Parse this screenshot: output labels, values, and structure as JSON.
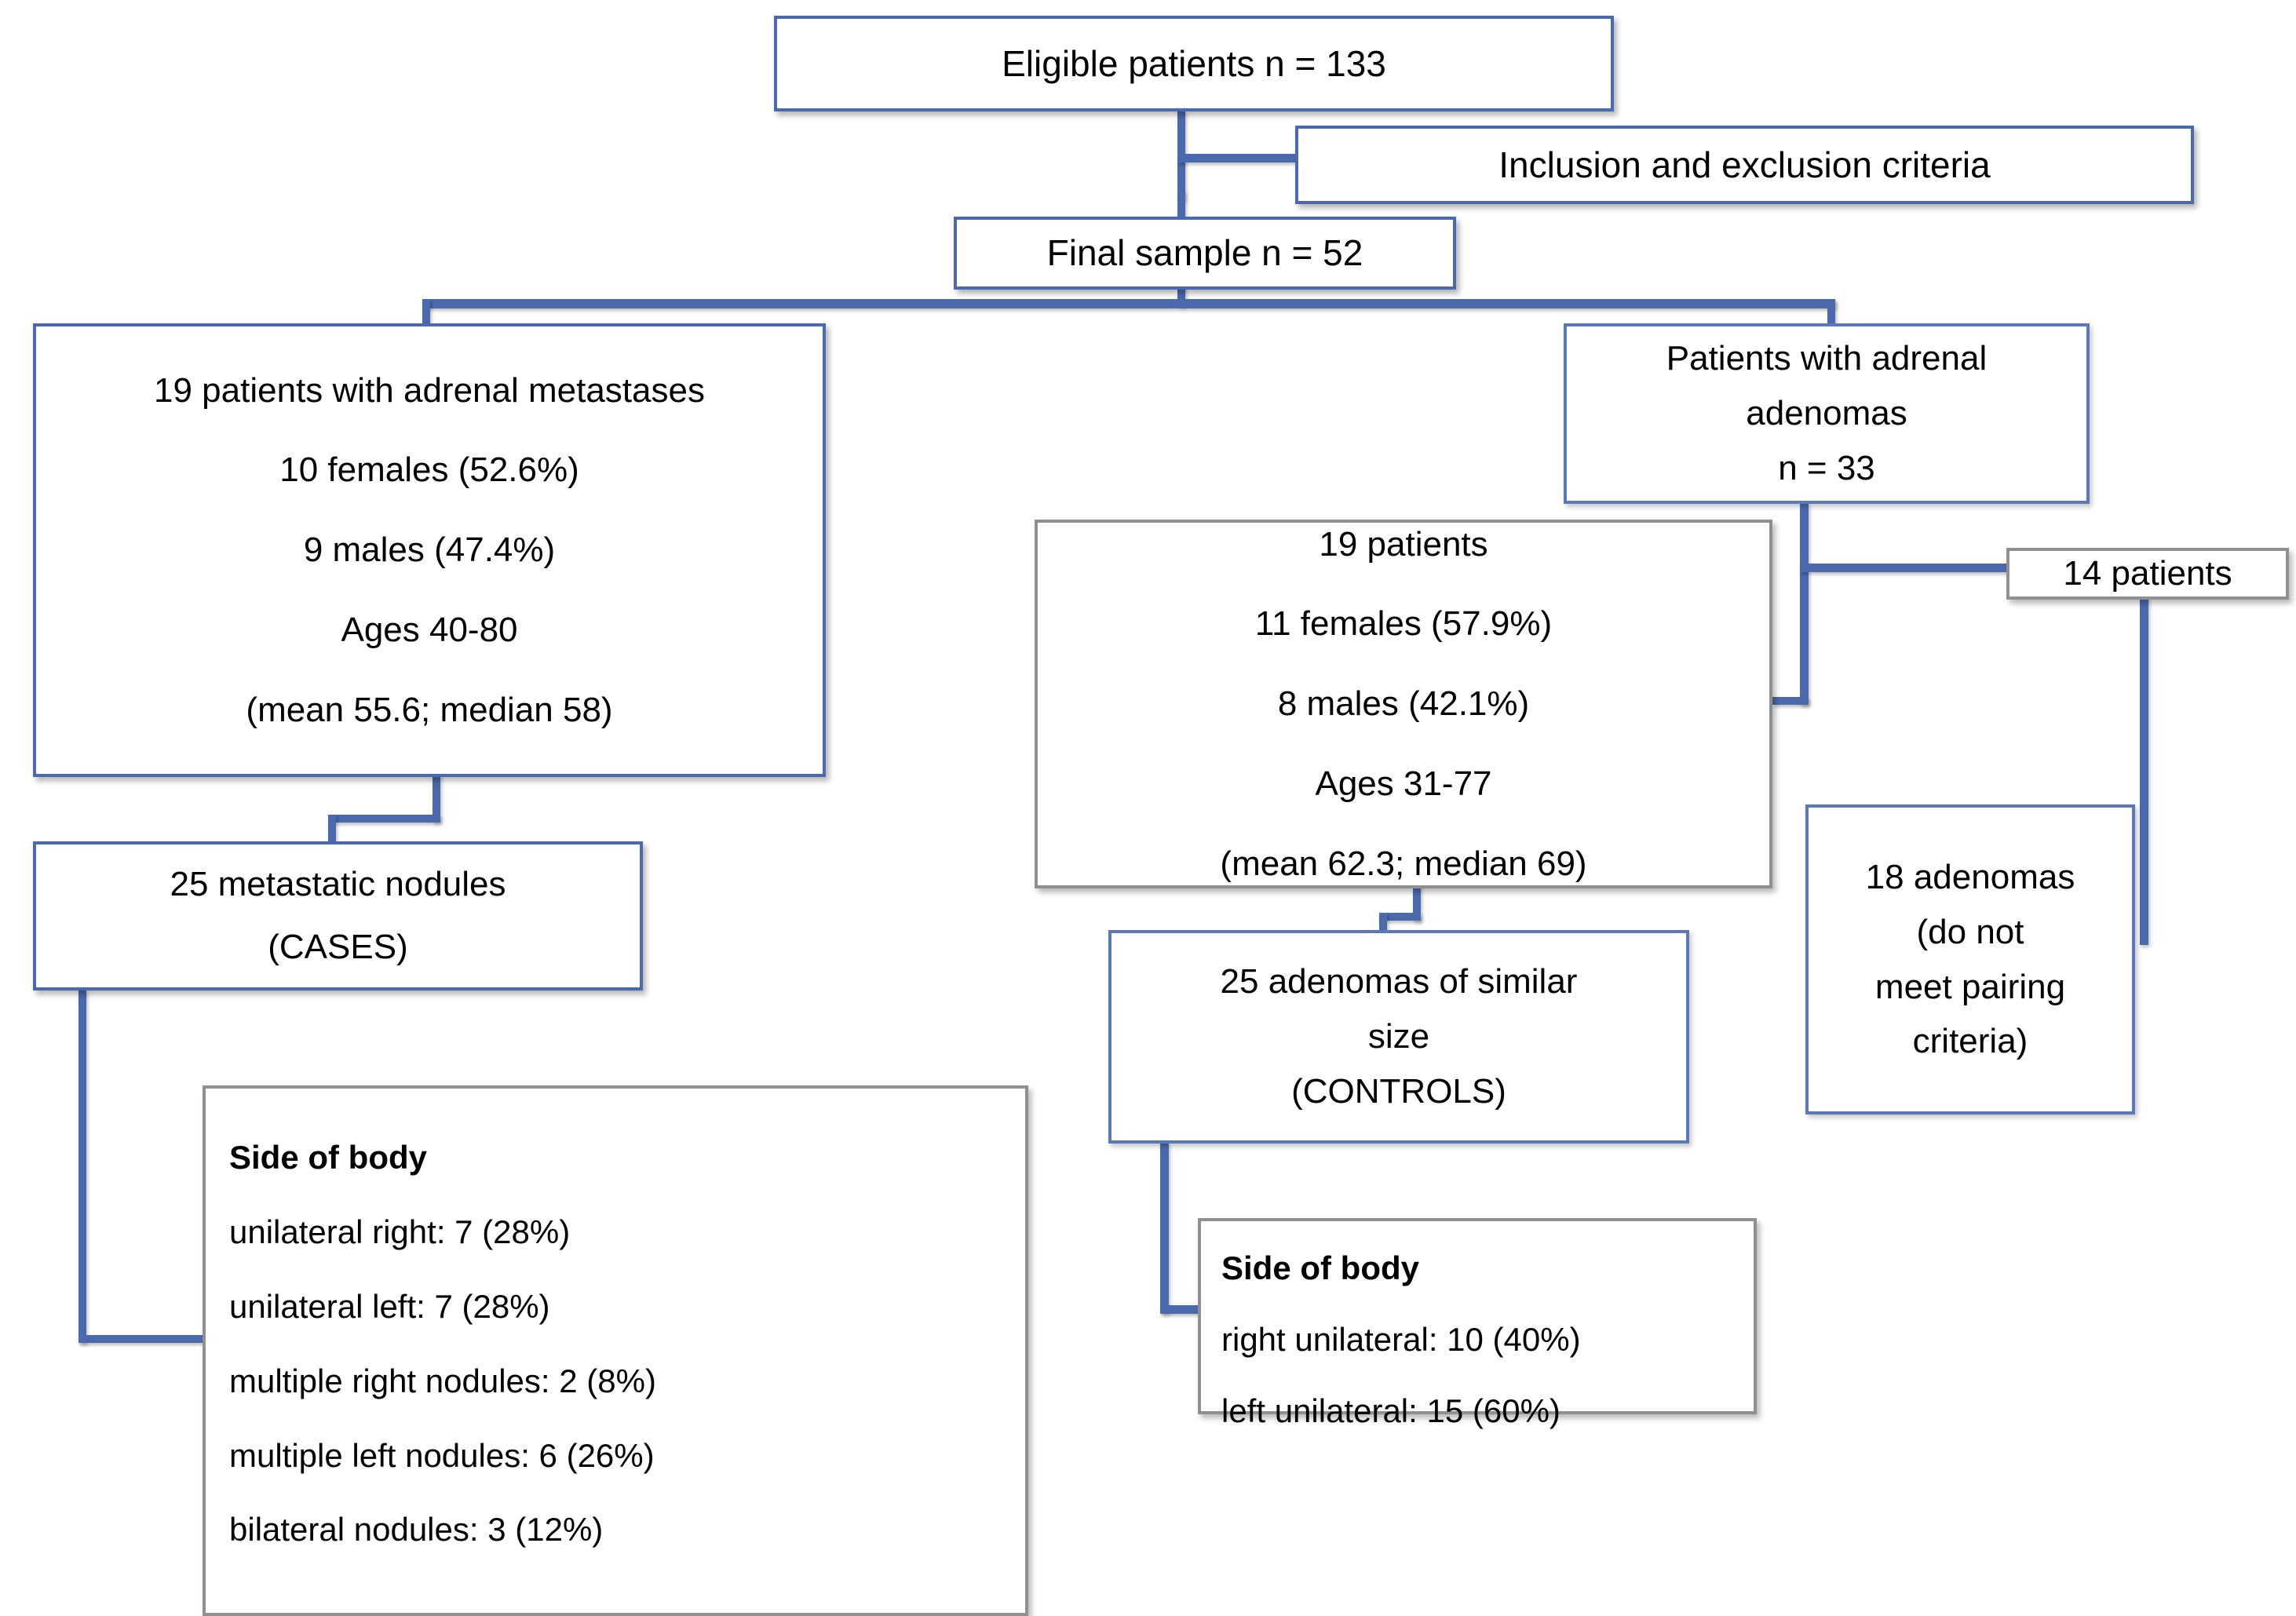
{
  "diagram": {
    "title": "Patient selection flow diagram",
    "accent_color": "#4a6aad",
    "box_border_gray": "#909090",
    "background": "#ffffff"
  },
  "nodes": {
    "eligible": {
      "label": "Eligible patients n = 133"
    },
    "criteria": {
      "label": "Inclusion and exclusion criteria"
    },
    "final_sample": {
      "label": "Final sample n = 52"
    },
    "metastases": {
      "lines": [
        "19 patients with adrenal metastases",
        "10 females (52.6%)",
        "9 males (47.4%)",
        "Ages 40-80",
        "(mean 55.6; median 58)"
      ]
    },
    "adenomas_group": {
      "lines": [
        "Patients with adrenal",
        "adenomas",
        "n = 33"
      ]
    },
    "adenoma_patients": {
      "lines": [
        "19 patients",
        "11 females (57.9%)",
        "8 males (42.1%)",
        "Ages 31-77",
        "(mean 62.3; median 69)"
      ]
    },
    "fourteen_patients": {
      "label": "14 patients"
    },
    "unpaired_adenomas": {
      "lines": [
        "18 adenomas",
        "(do not",
        "meet pairing",
        "criteria)"
      ]
    },
    "cases": {
      "lines": [
        "25 metastatic nodules",
        "(CASES)"
      ]
    },
    "controls": {
      "lines": [
        "25 adenomas of similar",
        "size",
        "(CONTROLS)"
      ]
    },
    "cases_side_of_body": {
      "heading": "Side of body",
      "items": [
        "unilateral right: 7 (28%)",
        "unilateral left: 7 (28%)",
        "multiple right nodules: 2 (8%)",
        "multiple left nodules: 6 (26%)",
        "bilateral nodules: 3 (12%)"
      ]
    },
    "controls_side_of_body": {
      "heading": "Side of body",
      "items": [
        "right unilateral: 10 (40%)",
        "left unilateral: 15 (60%)"
      ]
    }
  }
}
